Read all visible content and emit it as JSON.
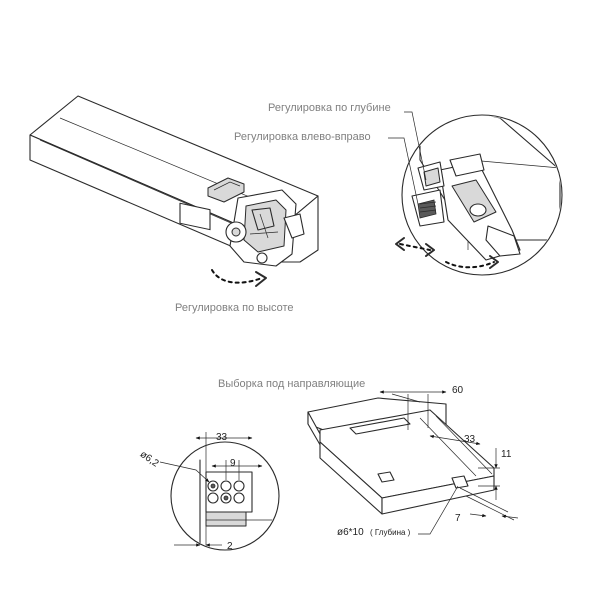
{
  "labels": {
    "depth_adjust": "Регулировка по глубине",
    "lateral_adjust": "Регулировка влево-вправо",
    "height_adjust": "Регулировка по высоте",
    "rail_cutout": "Выборка под направляющие"
  },
  "dimensions": {
    "d60": "60",
    "d33_right": "33",
    "d11": "11",
    "d7": "7",
    "hole_spec": "ø6*10",
    "hole_spec_note": "( Глубина )",
    "d33_left": "33",
    "d9": "9",
    "dia_6_2": "ø6,2",
    "d2": "2"
  }
}
